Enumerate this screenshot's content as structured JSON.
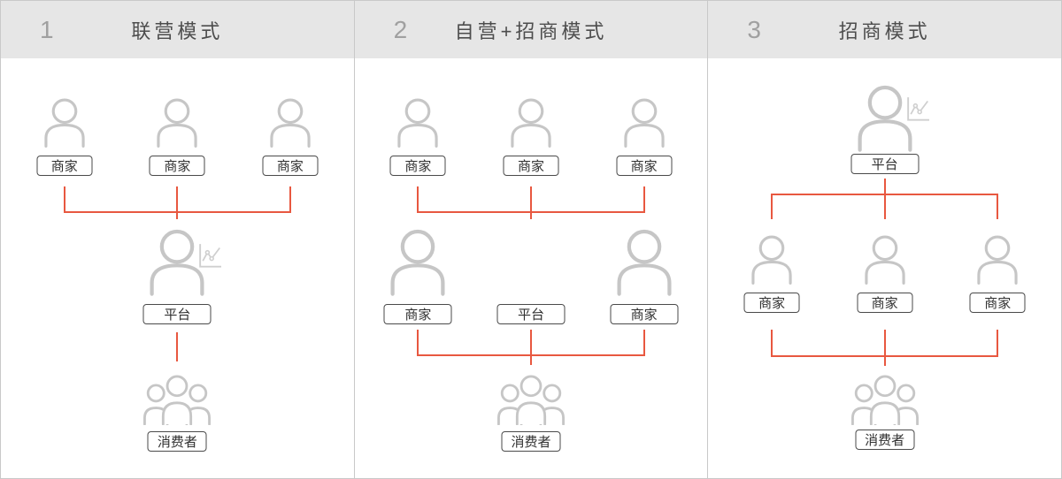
{
  "colors": {
    "header_bg": "#e6e6e6",
    "header_number": "#a0a0a0",
    "header_title": "#4d4d4d",
    "icon": "#c6c6c6",
    "box_border": "#4a4a4a",
    "box_text": "#303030",
    "connector": "#e85840",
    "frame": "#c9c9c9",
    "body_bg": "#ffffff"
  },
  "panels": [
    {
      "number": "1",
      "title": "联营模式",
      "top": [
        "商家",
        "商家",
        "商家"
      ],
      "middle": "平台",
      "bottom": "消费者"
    },
    {
      "number": "2",
      "title": "自营+招商模式",
      "top": [
        "商家",
        "商家",
        "商家"
      ],
      "middle": [
        "商家",
        "平台",
        "商家"
      ],
      "bottom": "消费者"
    },
    {
      "number": "3",
      "title": "招商模式",
      "top": "平台",
      "middle": [
        "商家",
        "商家",
        "商家"
      ],
      "bottom": "消费者"
    }
  ]
}
